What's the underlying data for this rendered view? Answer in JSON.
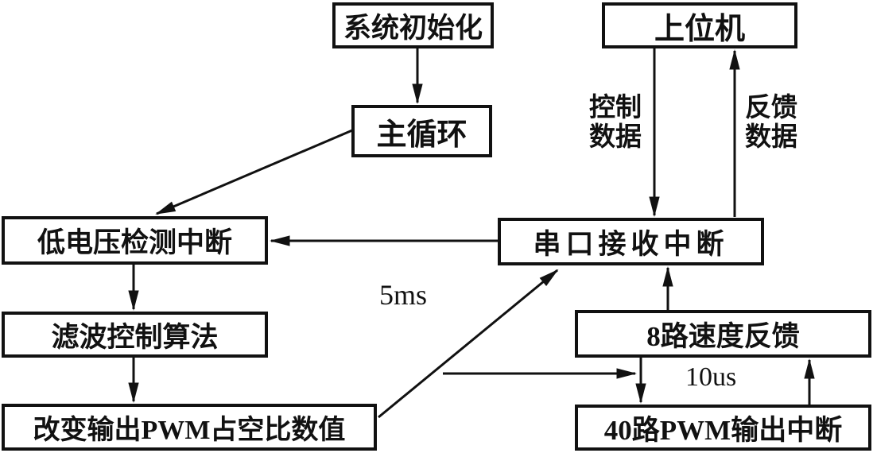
{
  "nodes": {
    "init": "系统初始化",
    "host": "上位机",
    "mainloop": "主循环",
    "lowvolt": "低电压检测中断",
    "serial": "串口接收中断",
    "filter": "滤波控制算法",
    "speedfb": "8路速度反馈",
    "pwmduty": "改变输出PWM占空比数值",
    "pwmout": "40路PWM输出中断"
  },
  "labels": {
    "control_data": "控制数据",
    "feedback_data": "反馈数据",
    "cycle_5ms": "5ms",
    "cycle_10us": "10us"
  },
  "edges": [
    {
      "from": "init",
      "to": "mainloop"
    },
    {
      "from": "mainloop",
      "to": "lowvolt"
    },
    {
      "from": "serial",
      "to": "lowvolt"
    },
    {
      "from": "lowvolt",
      "to": "filter"
    },
    {
      "from": "filter",
      "to": "pwmduty"
    },
    {
      "from": "pwmduty",
      "to": "serial",
      "label": "5ms"
    },
    {
      "from": "pwmduty",
      "to": "pwmout"
    },
    {
      "from": "host",
      "to": "serial",
      "label": "控制数据"
    },
    {
      "from": "serial",
      "to": "host",
      "label": "反馈数据"
    },
    {
      "from": "speedfb",
      "to": "serial"
    },
    {
      "from": "speedfb",
      "to": "pwmout",
      "label": "10us"
    },
    {
      "from": "pwmout",
      "to": "speedfb"
    }
  ],
  "colors": {
    "line": "#111111",
    "background": "#ffffff"
  }
}
